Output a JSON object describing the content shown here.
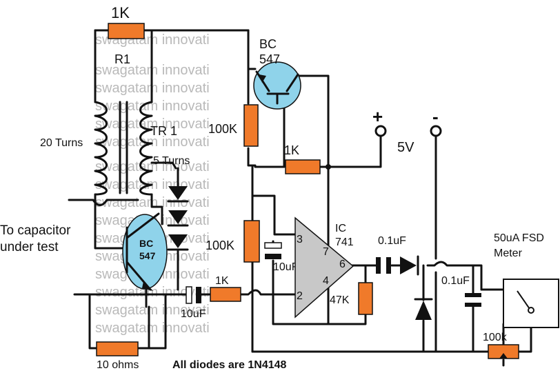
{
  "watermark": "swagatam innovati",
  "labels": {
    "r_top": "1K",
    "r1": "R1",
    "q_top_line1": "BC",
    "q_top_line2": "547",
    "r_100k_top": "100K",
    "tr1": "TR 1",
    "turns_20": "20 Turns",
    "turns_5": "5 Turns",
    "r_1k_mid": "1K",
    "plus": "+",
    "minus": "-",
    "voltage": "5V",
    "cap_label_line1": "To capacitor",
    "cap_label_line2": "under test",
    "q_bot_line1": "BC",
    "q_bot_line2": "547",
    "r_100k_mid": "100K",
    "c_10uf_right": "10uF",
    "pin3": "3",
    "pin2": "2",
    "pin7": "7",
    "pin4": "4",
    "pin6": "6",
    "ic_line1": "IC",
    "ic_line2": "741",
    "r_47k": "47K",
    "c_01_top": "0.1uF",
    "c_01_right": "0.1uF",
    "meter_line1": "50uA FSD",
    "meter_line2": "Meter",
    "r_1k_low": "1K",
    "c_10uf_low": "10uF",
    "r_10ohm": "10 ohms",
    "pot_100k": "100k",
    "note": "All diodes are 1N4148"
  },
  "colors": {
    "wire": "#111111",
    "resistor": "#f07a2a",
    "transistor": "#8fd3ea",
    "watermark": "#b9b9b9",
    "capacitor": "#111111"
  }
}
